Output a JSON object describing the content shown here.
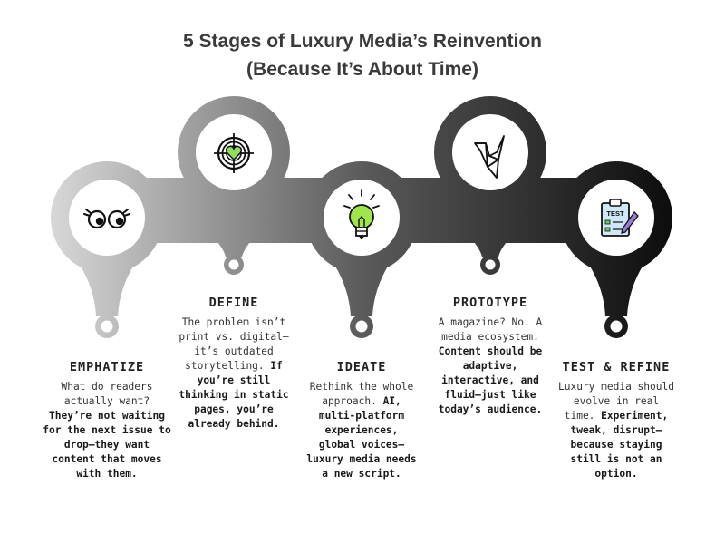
{
  "title_line1": "5 Stages of Luxury Media’s Reinvention",
  "title_line2": "(Because It’s About Time)",
  "colors": {
    "band_start": "#d6d6d6",
    "band_mid": "#5a5a5a",
    "band_end": "#0c0c0c",
    "bulb": "#9ee64a",
    "heart": "#8ee05a"
  },
  "stages": [
    {
      "heading": "EMPHATIZE",
      "icon": "eyes-icon",
      "text": "What do readers actually want?",
      "bold": "They’re not waiting for the next issue to drop—they want content that moves with them."
    },
    {
      "heading": "DEFINE",
      "icon": "target-heart-icon",
      "text": "The problem isn’t print vs. digital—it’s outdated storytelling.",
      "bold": "If you’re still thinking in static pages, you’re already behind."
    },
    {
      "heading": "IDEATE",
      "icon": "lightbulb-icon",
      "text": "Rethink the whole approach.",
      "bold": "AI, multi-platform experiences, global voices—luxury media needs a new script."
    },
    {
      "heading": "PROTOTYPE",
      "icon": "origami-crane-icon",
      "text": "A magazine? No. A media ecosystem.",
      "bold": "Content should be adaptive, interactive, and fluid—just like today’s audience."
    },
    {
      "heading": "TEST & REFINE",
      "icon": "clipboard-test-icon",
      "text": "Luxury media should evolve in real time.",
      "bold": "Experiment, tweak, disrupt—because staying still is not an option."
    },
    {
      "clipboard_label": "TEST"
    }
  ]
}
